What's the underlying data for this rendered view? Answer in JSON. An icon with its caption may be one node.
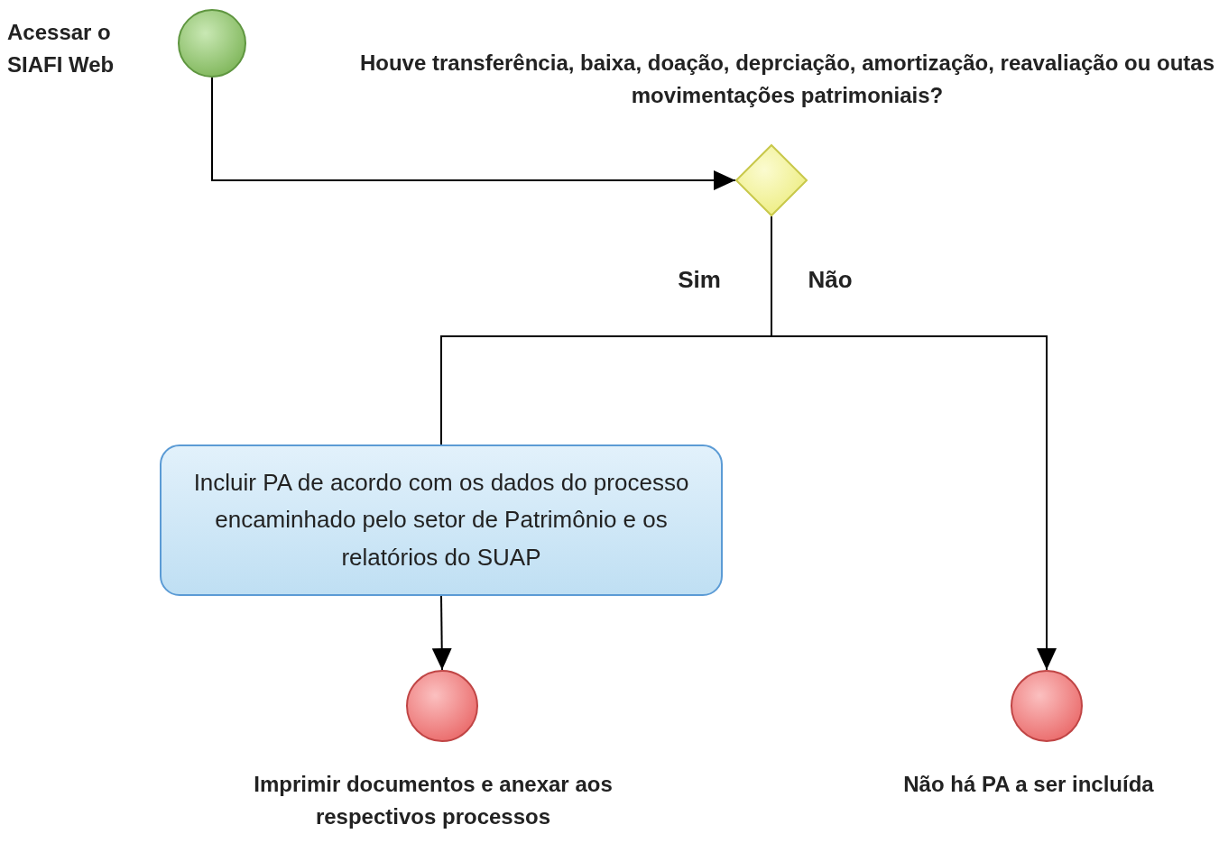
{
  "diagram": {
    "nodes": [
      {
        "text": [
          "Acessar o SIAFI Web"
        ]
      },
      {
        "text": [
          "Houve transferência, baixa, doação, deprciação, amortização, reavaliação ou outas movimentações patrimoniais?"
        ]
      },
      {
        "text": [
          "Incluir PA de acordo com os dados do processo encaminhado pelo setor de Patrimônio e os relatórios do SUAP"
        ]
      },
      {
        "text": [
          "Imprimir documentos e anexar aos respectivos processos"
        ]
      },
      {
        "text": [
          "Não há PA a ser incluída"
        ]
      }
    ],
    "edges": [
      {
        "from": 0,
        "to": 1,
        "arrow": "to"
      },
      {
        "from": 1,
        "to": 2,
        "arrow": "none",
        "label": "Sim"
      },
      {
        "from": 1,
        "to": 4,
        "arrow": "to",
        "label": "Não"
      },
      {
        "from": 2,
        "to": 3,
        "arrow": "to"
      }
    ]
  }
}
